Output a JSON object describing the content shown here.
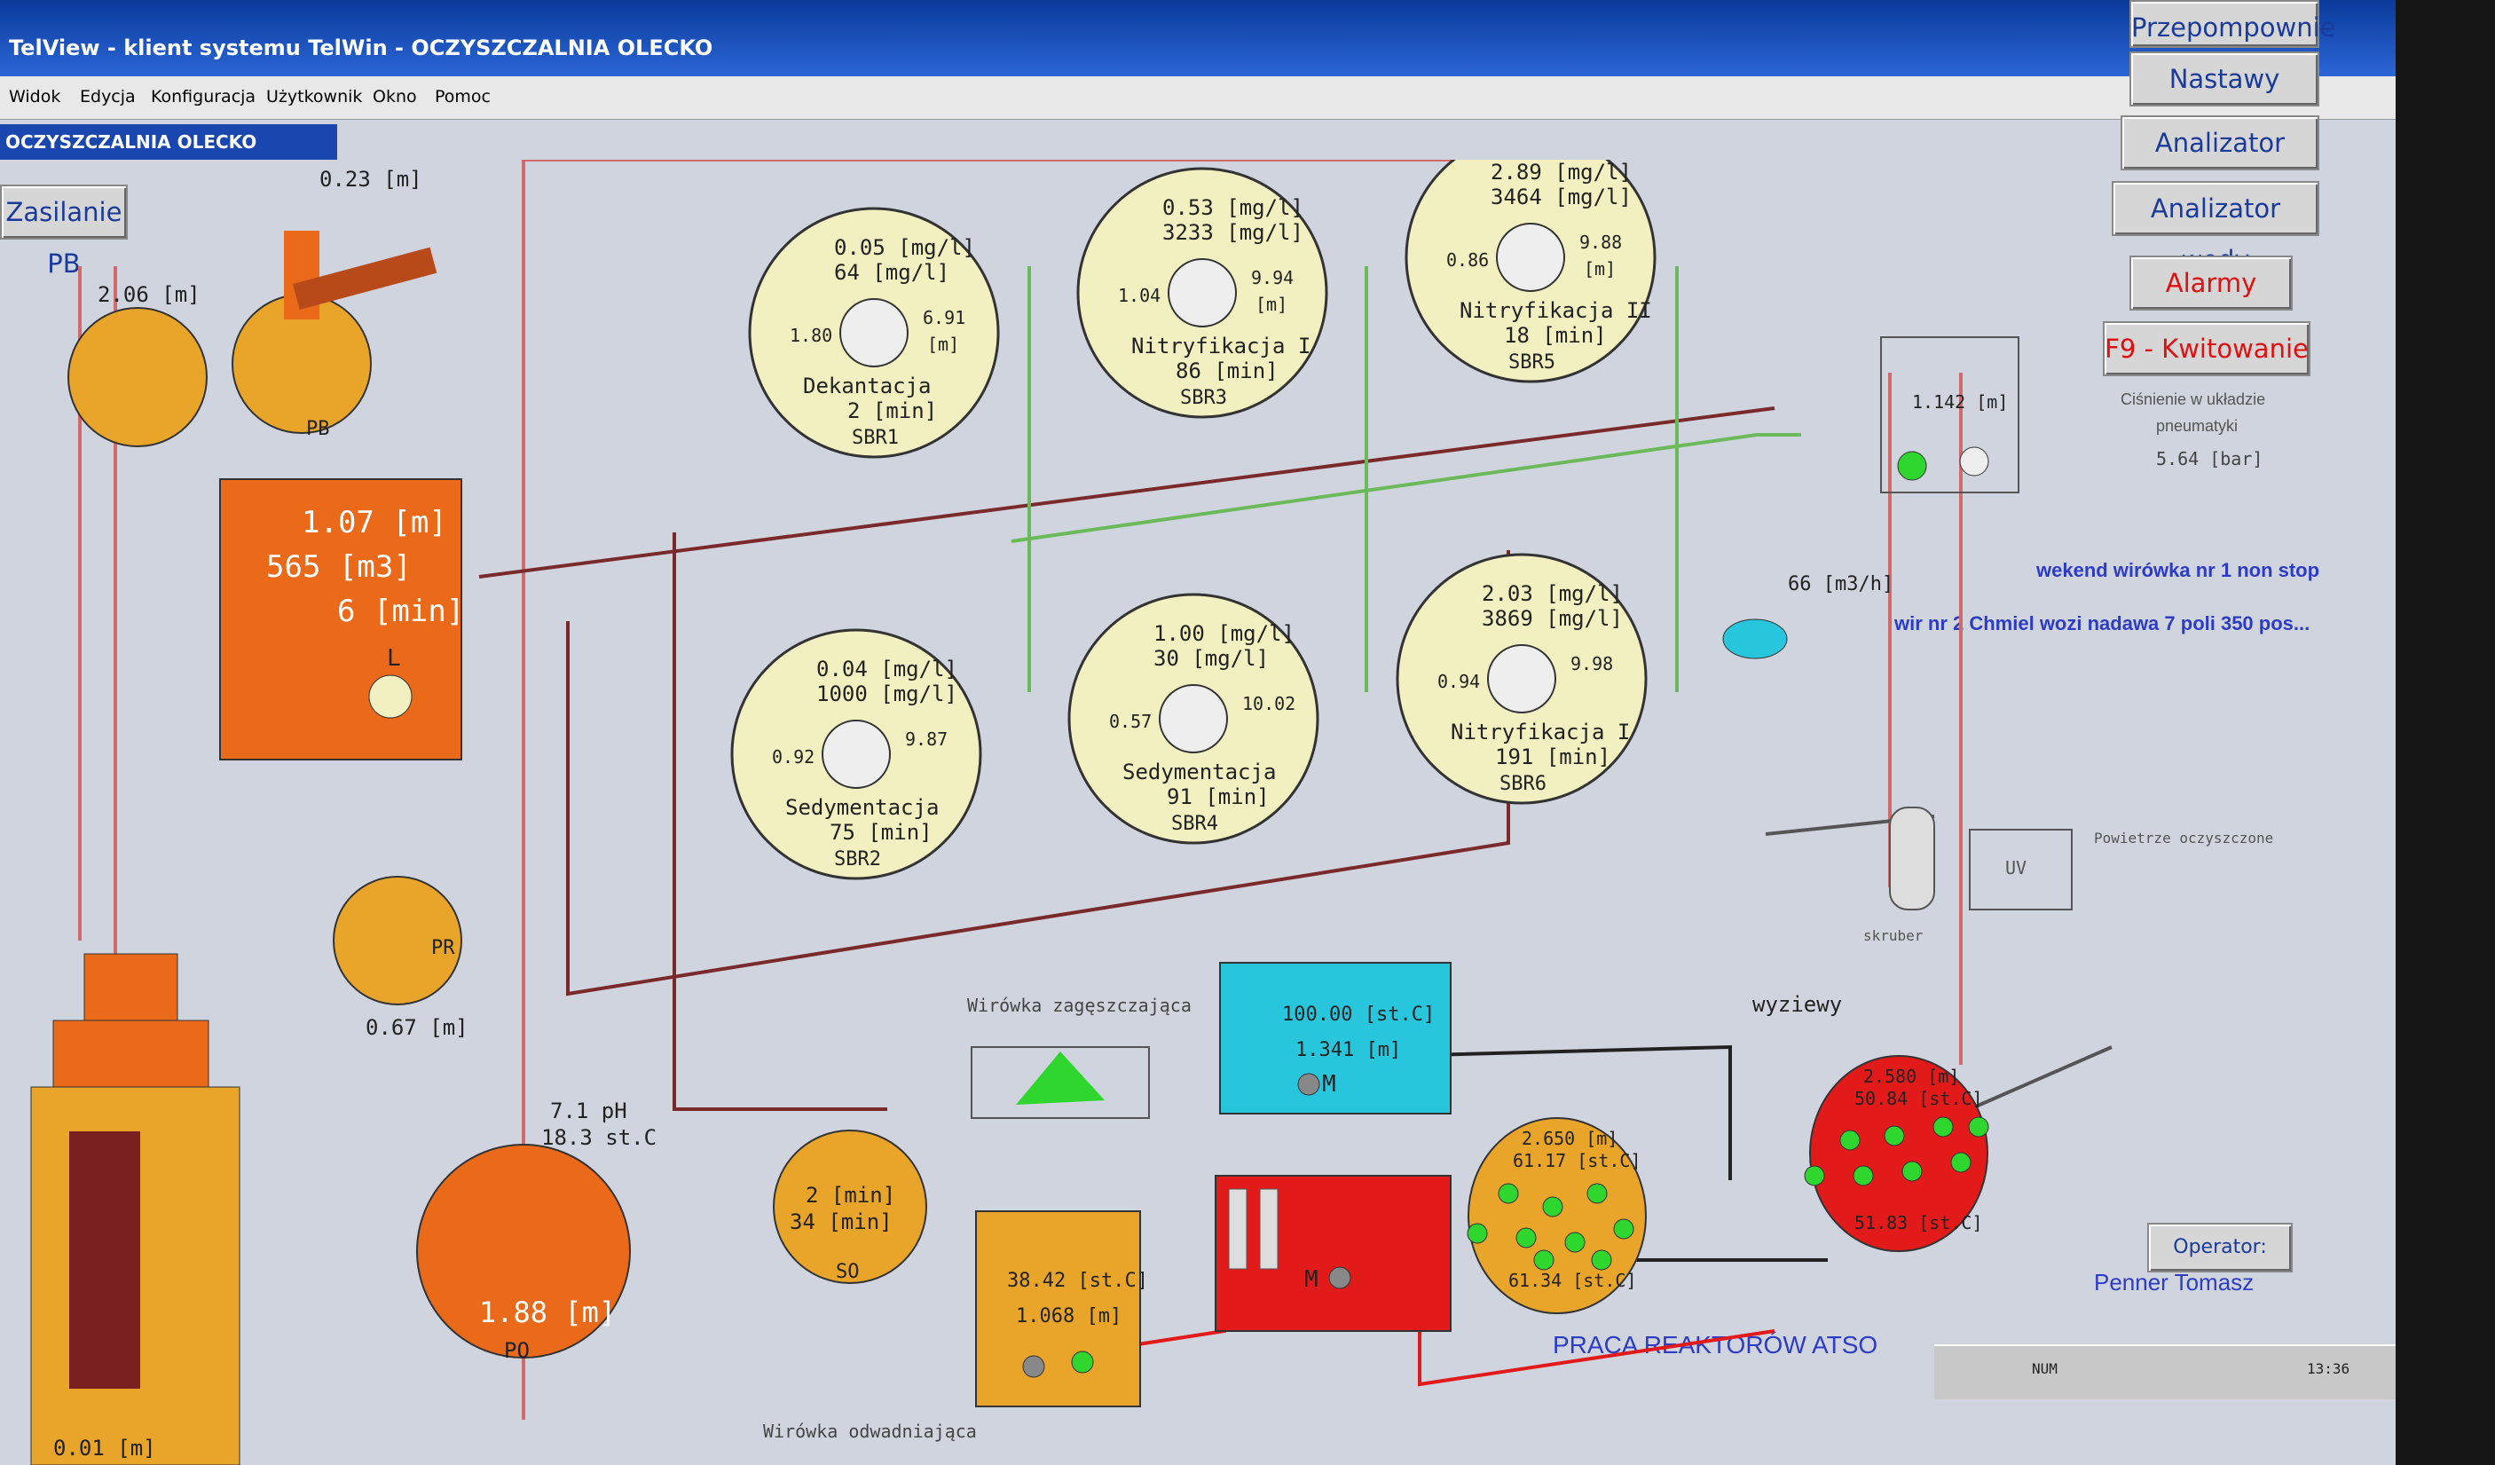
{
  "window": {
    "title": "TelView - klient systemu TelWin - OCZYSZCZALNIA OLECKO",
    "subtitle": "OCZYSZCZALNIA OLECKO"
  },
  "menu": [
    "Widok",
    "Edycja",
    "Konfiguracja",
    "Użytkownik",
    "Okno",
    "Pomoc"
  ],
  "buttons": {
    "zasilanie": "Zasilanie PB",
    "przepompownie": "Przepompownie",
    "nastawy": "Nastawy",
    "analizator_sieci": "Analizator sieci",
    "analizator_wody": "Analizator wody",
    "alarmy": "Alarmy",
    "kwitowanie": "F9 - Kwitowanie",
    "operator": "Operator:"
  },
  "colors": {
    "screen_bg": "#cfd4df",
    "tank_yellow": "#f2f0c0",
    "tank_orange": "#e8a52a",
    "tank_dark_orange": "#ea6a1a",
    "reactor_red": "#e21a1a",
    "cyan": "#28c6dc",
    "pipe_red": "#d26a6a",
    "pipe_brown": "#7a2a2a",
    "pipe_green": "#6aba5a",
    "status_green": "#2ed62e"
  },
  "pressure": {
    "label_line1": "Ciśnienie w układzie",
    "label_line2": "pneumatyki",
    "value": "5.64 [bar]"
  },
  "notes": [
    "wekend wirówka nr 1 non stop",
    "wir nr 2 Chmiel wozi nadawa 7 poli 350 pos..."
  ],
  "operator_name": "Penner Tomasz",
  "reactor_caption": "PRACA REAKTORÓW ATSO",
  "pb": {
    "level": "0.23 [m]",
    "label": "PB",
    "pump_level": "2.06 [m]"
  },
  "retention": {
    "level": "1.07 [m]",
    "volume": "565 [m3]",
    "time": "6 [min]",
    "mark": "L"
  },
  "pr": {
    "label": "PR",
    "level": "0.67 [m]"
  },
  "po": {
    "ph": "7.1 pH",
    "temp": "18.3 st.C",
    "level": "1.88 [m]",
    "label": "PO"
  },
  "so": {
    "t1": "2 [min]",
    "t2": "34 [min]",
    "label": "SO"
  },
  "bottom_left_level": "0.01 [m]",
  "sbr_tanks": [
    {
      "name": "SBR1",
      "c1": "0.05 [mg/l]",
      "c2": "64 [mg/l]",
      "left": "1.80",
      "right": "6.91",
      "unit": "[m]",
      "phase": "Dekantacja",
      "time": "2 [min]"
    },
    {
      "name": "SBR3",
      "c1": "0.53 [mg/l]",
      "c2": "3233 [mg/l]",
      "left": "1.04",
      "right": "9.94",
      "unit": "[m]",
      "phase": "Nitryfikacja I",
      "time": "86 [min]"
    },
    {
      "name": "SBR5",
      "c1": "2.89 [mg/l]",
      "c2": "3464 [mg/l]",
      "left": "0.86",
      "right": "9.88",
      "unit": "[m]",
      "phase": "Nitryfikacja II",
      "time": "18 [min]"
    },
    {
      "name": "SBR2",
      "c1": "0.04 [mg/l]",
      "c2": "1000 [mg/l]",
      "left": "0.92",
      "right": "9.87",
      "unit": "",
      "phase": "Sedymentacja",
      "time": "75 [min]"
    },
    {
      "name": "SBR4",
      "c1": "1.00 [mg/l]",
      "c2": "30 [mg/l]",
      "left": "0.57",
      "right": "10.02",
      "unit": "",
      "phase": "Sedymentacja",
      "time": "91 [min]"
    },
    {
      "name": "SBR6",
      "c1": "2.03 [mg/l]",
      "c2": "3869 [mg/l]",
      "left": "0.94",
      "right": "9.98",
      "unit": "",
      "phase": "Nitryfikacja I",
      "time": "191 [min]"
    }
  ],
  "m_label": "M",
  "flow": "66 [m3/h]",
  "upper_right_tank_level": "1.142 [m]",
  "wyziewy": "wyziewy",
  "skruber": "skruber",
  "uv": "UV",
  "powietrze": "Powietrze oczyszczone",
  "wirowka_zag": "Wirówka zagęszczająca",
  "wirowka_odw": "Wirówka odwadniająca",
  "cyan_box": {
    "temp": "100.00 [st.C]",
    "level": "1.341 [m]"
  },
  "orange_box": {
    "temp": "38.42 [st.C]",
    "level": "1.068 [m]"
  },
  "atso1": {
    "level": "2.650 [m]",
    "temp1": "61.17 [st.C]",
    "temp2": "61.34 [st.C]"
  },
  "atso2": {
    "level": "2.580 [m]",
    "temp1": "50.84 [st.C]",
    "temp2": "51.83 [st.C]"
  },
  "taskbar": {
    "num": "NUM",
    "time": "13:36"
  }
}
